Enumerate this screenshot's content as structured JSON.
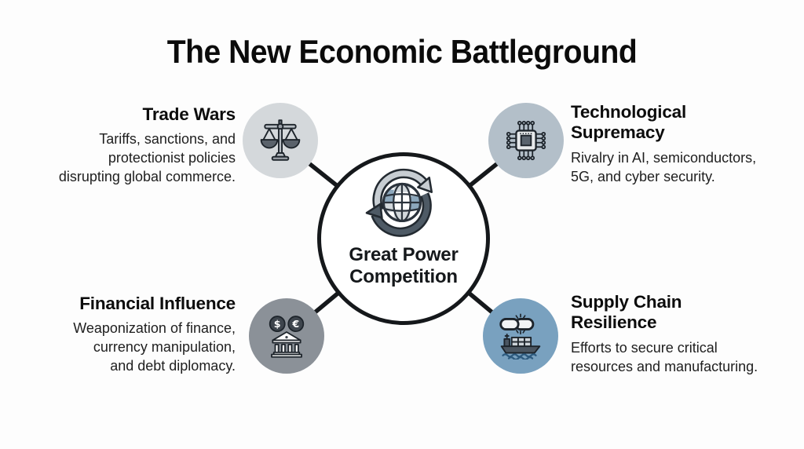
{
  "title": "The New Economic Battleground",
  "center": {
    "label": "Great Power\nCompetition",
    "icon": "globe-exchange-arrows-icon"
  },
  "nodes": [
    {
      "id": "trade-wars",
      "title": "Trade Wars",
      "description": "Tariffs, sanctions, and\nprotectionist policies\ndisrupting global commerce.",
      "icon": "balance-scale-icon",
      "circle_color": "#d4d8db"
    },
    {
      "id": "technological-supremacy",
      "title": "Technological\nSupremacy",
      "description": "Rivalry in AI, semiconductors,\n5G, and cyber security.",
      "icon": "cpu-chip-icon",
      "circle_color": "#b3bfc9"
    },
    {
      "id": "financial-influence",
      "title": "Financial Influence",
      "description": "Weaponization of finance,\ncurrency manipulation,\nand debt diplomacy.",
      "icon": "bank-currencies-icon",
      "circle_color": "#8b9198"
    },
    {
      "id": "supply-chain-resilience",
      "title": "Supply Chain\nResilience",
      "description": "Efforts to secure critical\nresources and manufacturing.",
      "icon": "chain-cargo-ship-icon",
      "circle_color": "#79a1bf"
    }
  ],
  "colors": {
    "background": "#fdfdfd",
    "connector_line": "#15181b",
    "hub_border": "#15181b",
    "heading_text": "#0c0c0c",
    "body_text": "#1e1e1e"
  }
}
